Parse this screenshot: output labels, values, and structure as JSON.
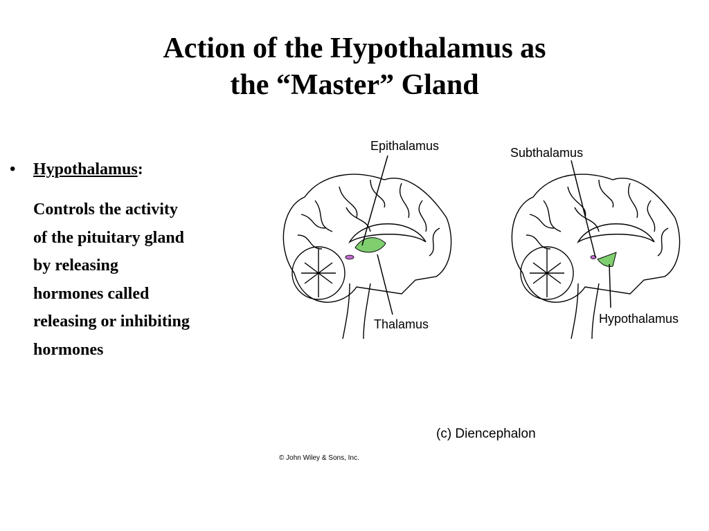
{
  "slide": {
    "title_lines": [
      "Action of the Hypothalamus as",
      "the “Master” Gland"
    ],
    "bullet": {
      "symbol": "•",
      "term": "Hypothalamus",
      "colon": ":",
      "body_lines": [
        "Controls the activity",
        "of the pituitary gland",
        "by releasing",
        "hormones called",
        "releasing or inhibiting",
        "hormones"
      ]
    }
  },
  "figure": {
    "labels": {
      "epithalamus": "Epithalamus",
      "subthalamus": "Subthalamus",
      "thalamus": "Thalamus",
      "hypothalamus": "Hypothalamus"
    },
    "caption": "(c) Diencephalon",
    "copyright": "© John Wiley & Sons, Inc.",
    "colors": {
      "highlight_green": "#7fcf6f",
      "highlight_purple": "#c06ad0",
      "line": "#000000"
    }
  }
}
